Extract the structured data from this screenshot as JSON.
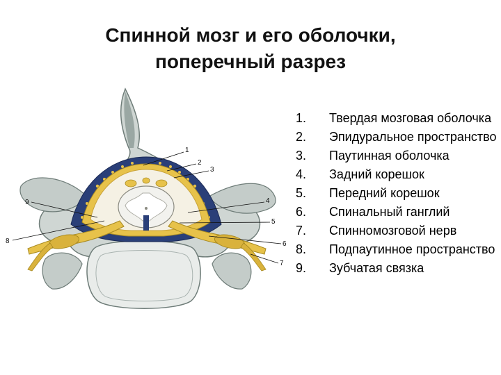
{
  "title": {
    "line1": "Спинной мозг и его оболочки,",
    "line2": "поперечный разрез"
  },
  "legend": [
    {
      "num": "1.",
      "text": "Твердая мозговая оболочка"
    },
    {
      "num": "2.",
      "text": "Эпидуральное пространство"
    },
    {
      "num": "3.",
      "text": "Паутинная оболочка"
    },
    {
      "num": "4.",
      "text": "Задний корешок"
    },
    {
      "num": "5.",
      "text": "Передний корешок"
    },
    {
      "num": "6.",
      "text": "Спинальный ганглий"
    },
    {
      "num": "7.",
      "text": "Спинномозговой нерв"
    },
    {
      "num": "8.",
      "text": "Подпаутинное пространство"
    },
    {
      "num": "9.",
      "text": "Зубчатая связка"
    }
  ],
  "callouts": [
    "1",
    "2",
    "3",
    "4",
    "5",
    "6",
    "7",
    "8",
    "9"
  ],
  "colors": {
    "bone": "#cfd6d3",
    "bone_shadow": "#7f8e8a",
    "dura": "#e7c24a",
    "epidural": "#2a3f78",
    "cord_gray": "#f2f2ee",
    "nerve": "#d9b23c"
  }
}
